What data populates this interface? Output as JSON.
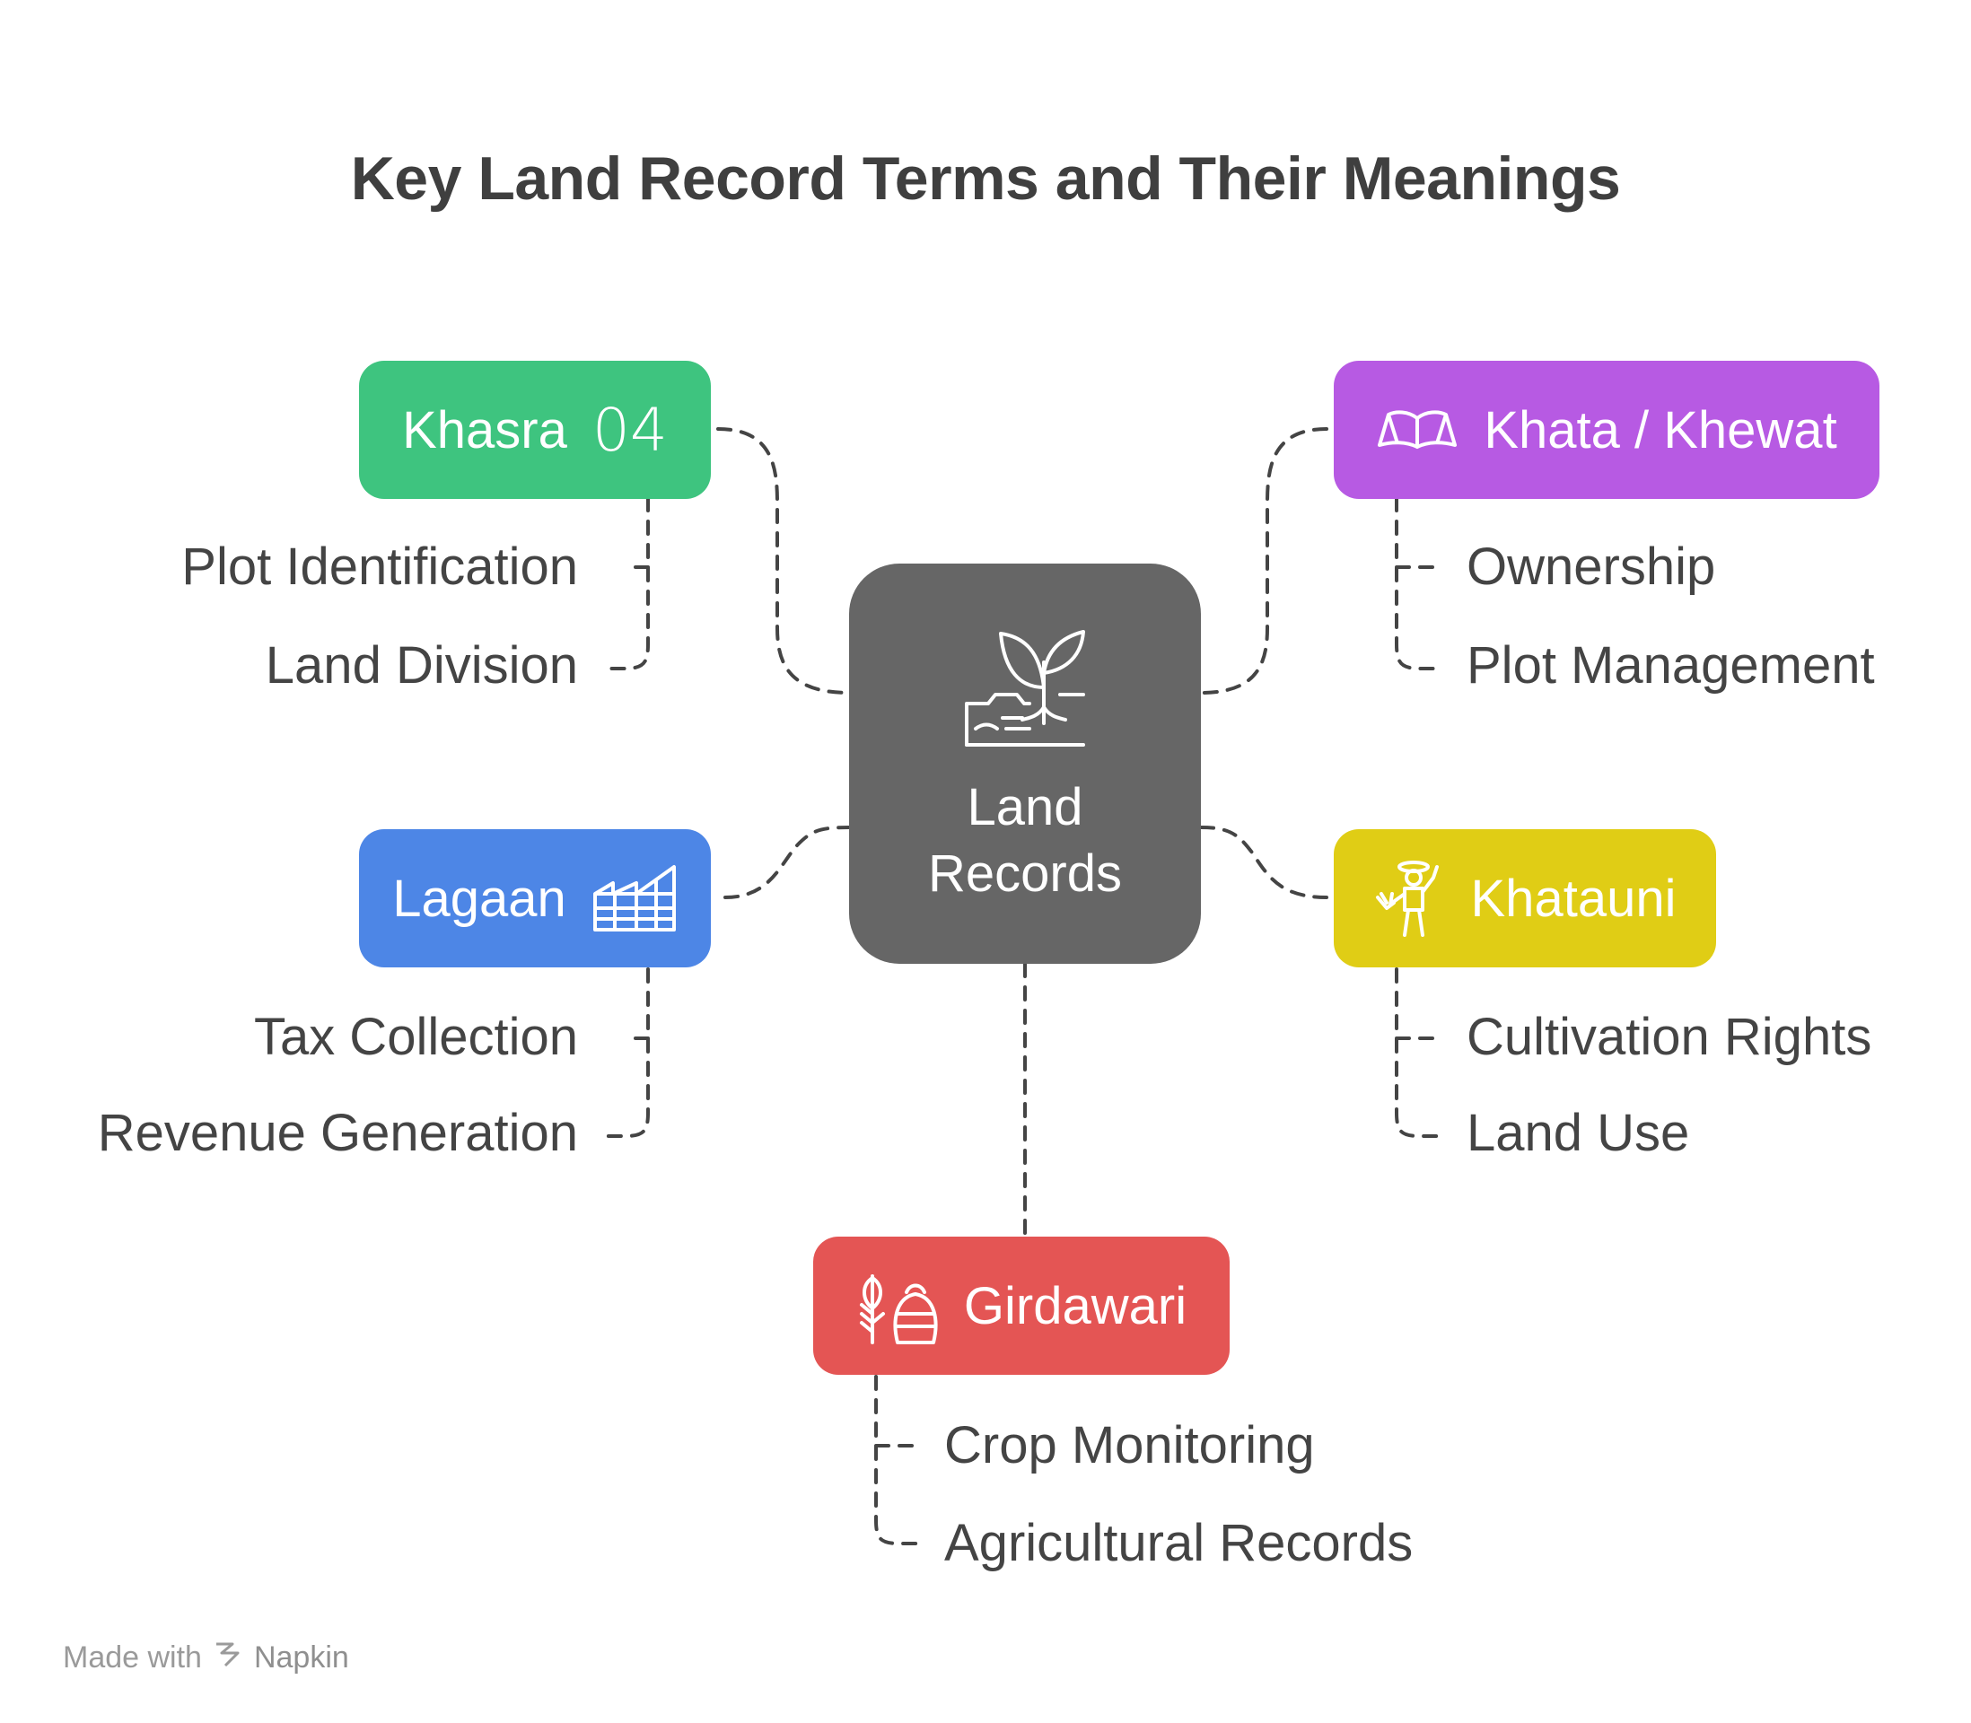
{
  "title": "Key Land Record Terms and Their Meanings",
  "center": {
    "label_line1": "Land",
    "label_line2": "Records",
    "icon": "plant-sprout-icon"
  },
  "nodes": {
    "khasra": {
      "label": "Khasra",
      "badge": "04",
      "color": "#3ec47f",
      "items": [
        "Plot Identification",
        "Land Division"
      ]
    },
    "khata": {
      "label": "Khata / Khewat",
      "icon": "open-book-icon",
      "color": "#b75ae3",
      "items": [
        "Ownership",
        "Plot Management"
      ]
    },
    "lagaan": {
      "label": "Lagaan",
      "icon": "building-grid-icon",
      "color": "#4d86e6",
      "items": [
        "Tax Collection",
        "Revenue Generation"
      ]
    },
    "khatauni": {
      "label": "Khatauni",
      "icon": "farmer-icon",
      "color": "#e0cd15",
      "items": [
        "Cultivation Rights",
        "Land Use"
      ]
    },
    "girdawari": {
      "label": "Girdawari",
      "icon": "crop-basket-icon",
      "color": "#e45554",
      "items": [
        "Crop Monitoring",
        "Agricultural Records"
      ]
    }
  },
  "footer": {
    "prefix": "Made with",
    "brand": "Napkin",
    "icon": "napkin-logo-icon"
  }
}
